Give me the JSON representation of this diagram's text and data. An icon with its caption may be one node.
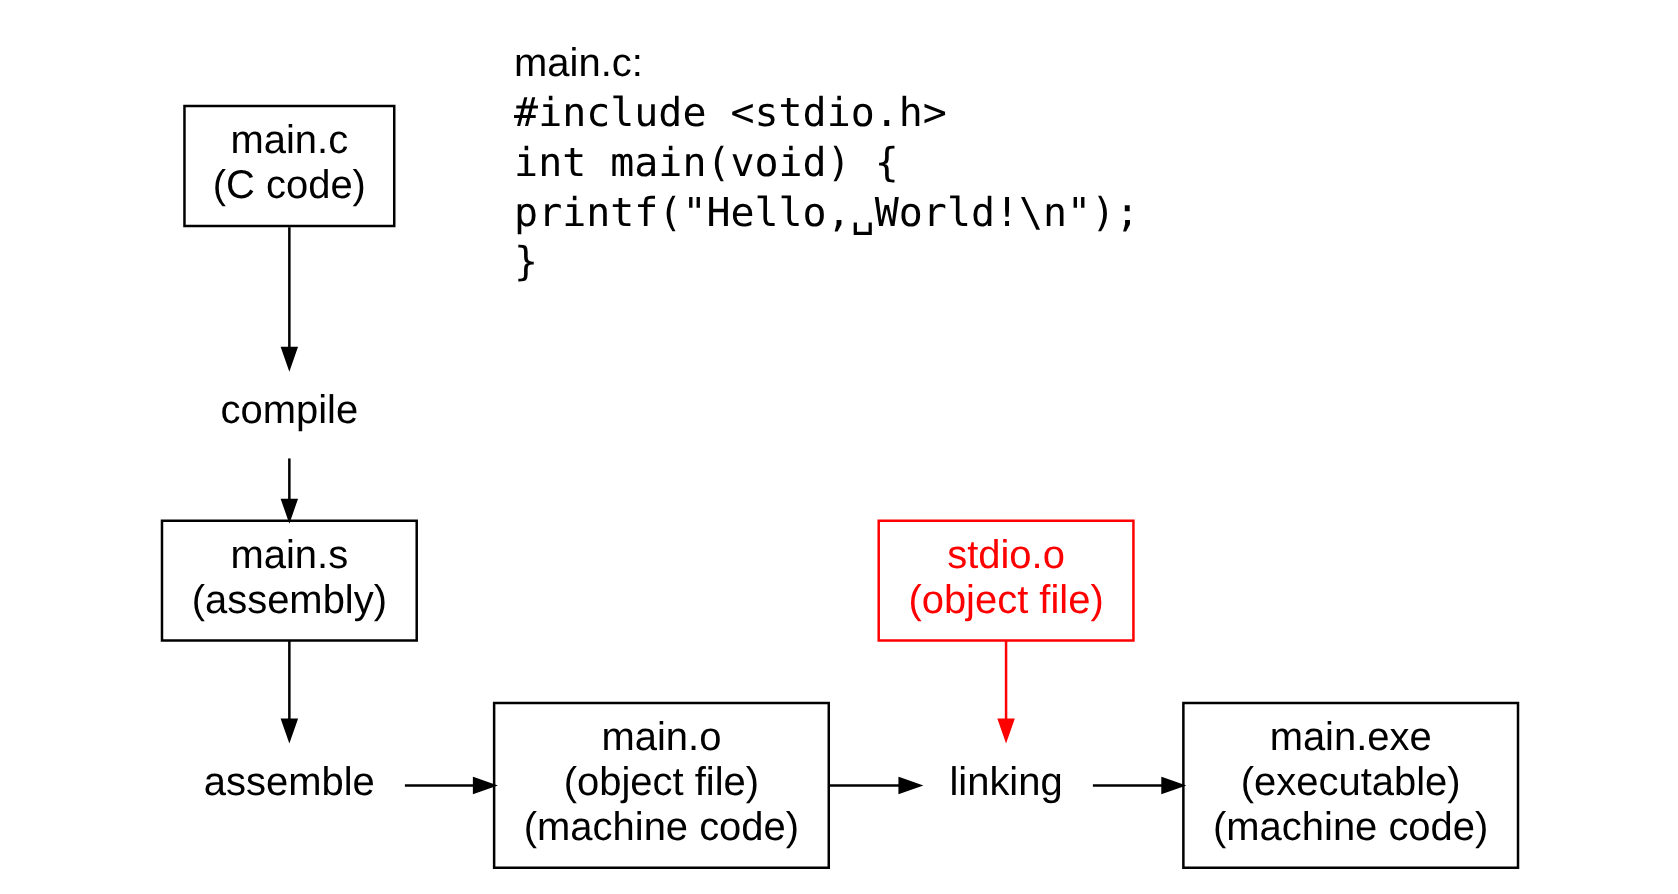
{
  "diagram": {
    "nodes": [
      {
        "text": [
          "main.c",
          "(C code)"
        ]
      },
      {
        "text": [
          "compile"
        ]
      },
      {
        "text": [
          "main.s",
          "(assembly)"
        ]
      },
      {
        "text": [
          "assemble"
        ]
      },
      {
        "text": [
          "main.o",
          "(object file)",
          "(machine code)"
        ]
      },
      {
        "text": [
          "stdio.o",
          "(object file)"
        ]
      },
      {
        "text": [
          "linking"
        ]
      },
      {
        "text": [
          "main.exe",
          "(executable)",
          "(machine code)"
        ]
      }
    ],
    "edges": [
      {
        "from": 0,
        "to": 1,
        "arrow": "to"
      },
      {
        "from": 1,
        "to": 2,
        "arrow": "to"
      },
      {
        "from": 2,
        "to": 3,
        "arrow": "to"
      },
      {
        "from": 3,
        "to": 4,
        "arrow": "to"
      },
      {
        "from": 4,
        "to": 6,
        "arrow": "to"
      },
      {
        "from": 5,
        "to": 6,
        "arrow": "to",
        "color": "#ff0000"
      },
      {
        "from": 6,
        "to": 7,
        "arrow": "to"
      }
    ],
    "labels": [
      "main.c:",
      "#include <stdio.h>",
      "int main(void) {",
      "printf(\"Hello,␣World!\\n\");",
      "}"
    ]
  }
}
